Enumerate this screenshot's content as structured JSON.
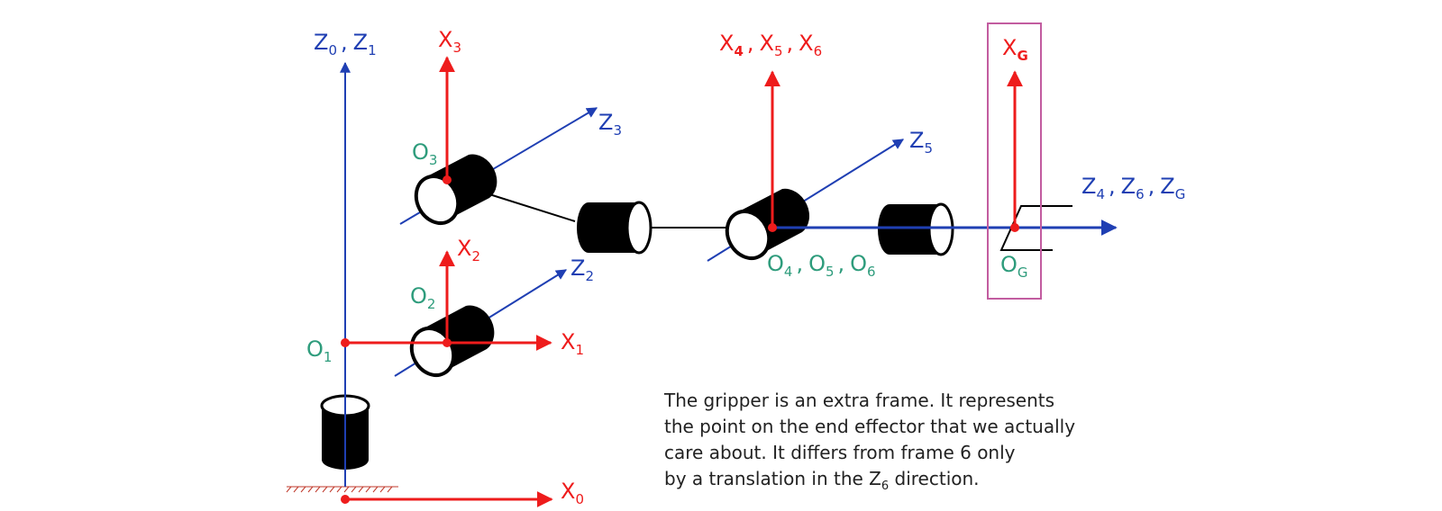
{
  "colors": {
    "axis_z": "#1f3fb3",
    "axis_x": "#ee1c1c",
    "origin": "#2e9c7c",
    "joint": "#000000",
    "highlight": "#c25ca0",
    "text": "#222222"
  },
  "labels": {
    "z0z1": {
      "a": "Z",
      "a_sub": "0",
      "sep": ",",
      "b": "Z",
      "b_sub": "1"
    },
    "x3": {
      "base": "X",
      "sub": "3"
    },
    "z3": {
      "base": "Z",
      "sub": "3"
    },
    "o3": {
      "base": "O",
      "sub": "3"
    },
    "x2": {
      "base": "X",
      "sub": "2"
    },
    "o2": {
      "base": "O",
      "sub": "2"
    },
    "z2": {
      "base": "Z",
      "sub": "2"
    },
    "o1": {
      "base": "O",
      "sub": "1"
    },
    "x1": {
      "base": "X",
      "sub": "1"
    },
    "x0": {
      "base": "X",
      "sub": "0"
    },
    "x456": {
      "a": "X",
      "a_sub": "4",
      "sep1": ",",
      "b": "X",
      "b_sub": "5",
      "sep2": ",",
      "c": "X",
      "c_sub": "6"
    },
    "z5": {
      "base": "Z",
      "sub": "5"
    },
    "o456": {
      "a": "O",
      "a_sub": "4",
      "sep1": ",",
      "b": "O",
      "b_sub": "5",
      "sep2": ",",
      "c": "O",
      "c_sub": "6"
    },
    "xg": {
      "base": "X",
      "sub": "G"
    },
    "z46g": {
      "a": "Z",
      "a_sub": "4",
      "sep1": ",",
      "b": "Z",
      "b_sub": "6",
      "sep2": ",",
      "c": "Z",
      "c_sub": "G"
    },
    "og": {
      "base": "O",
      "sub": "G"
    }
  },
  "note": {
    "line1": "The gripper is an extra frame. It represents",
    "line2": "the point on the end effector that we actually",
    "line3": "care about. It differs from frame 6 only",
    "line4_pre": "by a translation in the Z",
    "line4_sub": "6",
    "line4_post": " direction."
  }
}
